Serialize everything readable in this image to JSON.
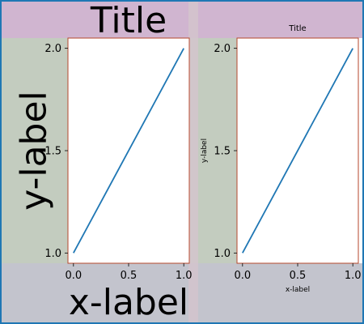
{
  "colors": {
    "line": "#1f77b4",
    "figure_border": "#1f77b4",
    "axes_edge": "#b5472c",
    "title_band": "#c8a8c8",
    "ylabel_band": "#b9c3b4",
    "xlabel_band": "#b9bac4",
    "gap_band": "#d4c4cc"
  },
  "chart_data": [
    {
      "type": "line",
      "title": "Title",
      "xlabel": "x-label",
      "ylabel": "y-label",
      "xlim": [
        -0.05,
        1.05
      ],
      "ylim": [
        0.95,
        2.05
      ],
      "xticks": [
        0.0,
        0.5,
        1.0
      ],
      "xtick_labels": [
        "0.0",
        "0.5",
        "1.0"
      ],
      "yticks": [
        1.0,
        1.5,
        2.0
      ],
      "ytick_labels": [
        "1.0",
        "1.5",
        "2.0"
      ],
      "grid": false,
      "series": [
        {
          "x": [
            0,
            1
          ],
          "y": [
            1,
            2
          ]
        }
      ]
    },
    {
      "type": "line",
      "title": "Title",
      "xlabel": "x-label",
      "ylabel": "y-label",
      "xlim": [
        -0.05,
        1.05
      ],
      "ylim": [
        0.95,
        2.05
      ],
      "xticks": [
        0.0,
        0.5,
        1.0
      ],
      "xtick_labels": [
        "0.0",
        "0.5",
        "1.0"
      ],
      "yticks": [
        1.0,
        1.5,
        2.0
      ],
      "ytick_labels": [
        "1.0",
        "1.5",
        "2.0"
      ],
      "grid": false,
      "series": [
        {
          "x": [
            0,
            1
          ],
          "y": [
            1,
            2
          ]
        }
      ]
    }
  ]
}
